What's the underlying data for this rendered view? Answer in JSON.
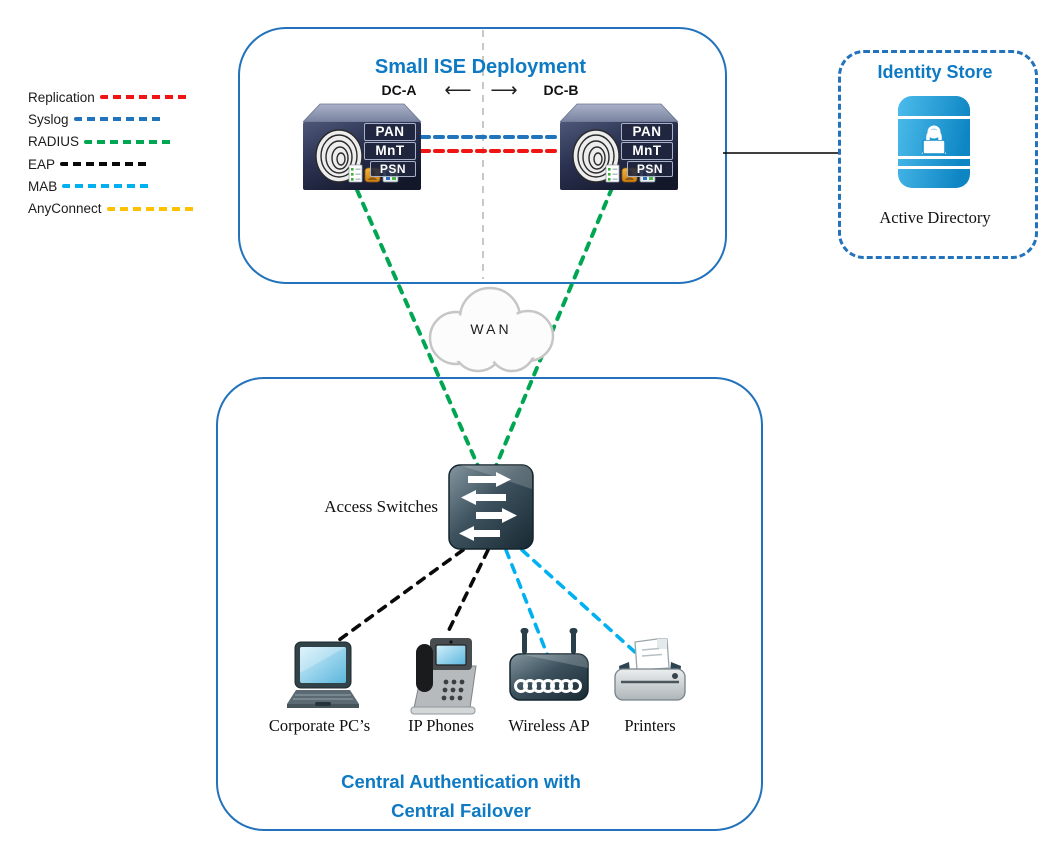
{
  "legend": {
    "items": [
      {
        "label": "Replication",
        "color": "#f01414"
      },
      {
        "label": "Syslog",
        "color": "#1f74bc"
      },
      {
        "label": "RADIUS",
        "color": "#00a651"
      },
      {
        "label": "EAP",
        "color": "#0a0a0a"
      },
      {
        "label": "MAB",
        "color": "#00b0f0"
      },
      {
        "label": "AnyConnect",
        "color": "#ffc000"
      }
    ]
  },
  "deployment": {
    "title": "Small ISE Deployment",
    "dc_a_label": "DC-A",
    "dc_b_label": "DC-B",
    "arrow_left": "⟵",
    "arrow_right": "⟶",
    "node_labels": [
      "PAN",
      "MnT",
      "PSN"
    ]
  },
  "identity_store": {
    "title": "Identity Store",
    "caption": "Active Directory"
  },
  "wan": {
    "label": "WAN"
  },
  "access_layer": {
    "switch_label": "Access Switches",
    "device_labels": [
      "Corporate PC’s",
      "IP Phones",
      "Wireless AP",
      "Printers"
    ],
    "caption_line1": "Central Authentication with",
    "caption_line2": "Central Failover"
  },
  "colors": {
    "title_blue": "#0e7ac4",
    "box_border_blue": "#2272bc",
    "replication_red": "#f01414",
    "syslog_blue": "#1f74bc",
    "radius_green": "#00a651",
    "eap_black": "#0a0a0a",
    "mab_cyan": "#00b0f0",
    "anyconnect_gold": "#ffc000"
  }
}
